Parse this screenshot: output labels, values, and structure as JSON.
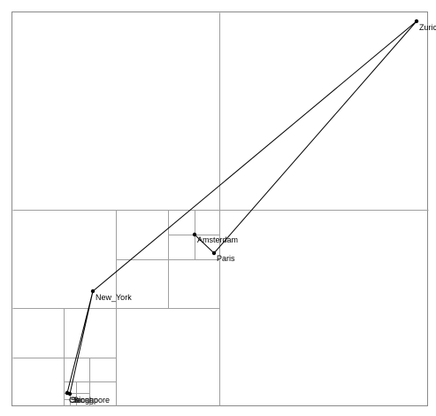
{
  "cities": [
    {
      "key": "zurich",
      "name": "Zurich"
    },
    {
      "key": "amsterdam",
      "name": "Amsterdam"
    },
    {
      "key": "paris",
      "name": "Paris"
    },
    {
      "key": "new_york",
      "name": "New_York"
    },
    {
      "key": "chicago",
      "name": "Chicago"
    },
    {
      "key": "singapore",
      "name": "Singapore"
    },
    {
      "key": "seoul",
      "name": "Seoul"
    }
  ],
  "route": [
    "zurich",
    "new_york",
    "singapore",
    "chicago",
    "seoul",
    "new_york"
  ],
  "extra_route": [
    "amsterdam",
    "paris",
    "zurich"
  ],
  "colors": {
    "frame": "#8a8a8a",
    "grid": "#a0a0a0",
    "edge": "#000000",
    "node": "#000000",
    "background": "#ffffff"
  }
}
